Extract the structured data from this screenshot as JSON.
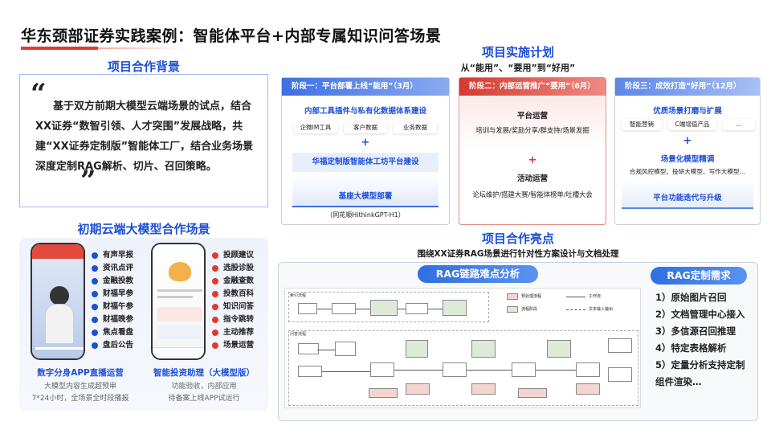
{
  "page": {
    "title": "华东颈部证券实践案例：智能体平台+内部专属知识问答场景"
  },
  "background": {
    "heading": "项目合作背景",
    "text": "基于双方前期大模型云端场景的试点，结合XX证券“数智引领、人才突围”发展战略，共建“XX证券定制版”智能体工厂，结合业务场景深度定制RAG解析、切片、召回策略。",
    "quote_open": "“",
    "quote_close": "”"
  },
  "cloud": {
    "heading": "初期云端大模型合作场景",
    "left_list": [
      "有声早报",
      "资讯点评",
      "金融投教",
      "财福早参",
      "财福午参",
      "财福晚参",
      "焦点看盘",
      "盘后公告"
    ],
    "right_list": [
      "投顾建议",
      "选股诊股",
      "金融查数",
      "投教百科",
      "知识问答",
      "指令跳转",
      "主动推荐",
      "场景运营"
    ],
    "left_caption": "数字分身APP直播运营",
    "left_sub1": "大模型内容生成超预审",
    "left_sub2": "7*24小时，全场景全时段播报",
    "right_caption": "智能投资助理（大模型版）",
    "right_sub1": "功能验收，内部应用",
    "right_sub2": "待备案上线APP试运行",
    "left_list_color": "#1d4fd6",
    "right_list_color": "#e03a2f"
  },
  "plan": {
    "heading": "项目实施计划",
    "subtitle": "从“能用”、“要用”到“好用”",
    "stage1": {
      "header": "阶段一：平台部署上线“能用”（3月）",
      "item1": "内部工具插件与私有化数据体系建设",
      "tags": [
        "企微IM工具",
        "客户数据",
        "业务数据"
      ],
      "plus": "+",
      "item2": "华福定制版智能体工坊平台建设",
      "item3": "基座大模型部署",
      "item4": "（同花顺HithinkGPT-H1）",
      "color": "#4a78e0"
    },
    "stage2": {
      "header": "阶段二：内部运营推广“要用”（6月）",
      "item1": "平台运营",
      "item2": "培训与发展/奖励分享/群支持/场景发掘",
      "plus": "+",
      "item3": "活动运营",
      "item4": "论坛维护/搭建大赛/智能体榜单/吐槽大会",
      "color": "#d8433a"
    },
    "stage3": {
      "header": "阶段三：成效打造“好用”（12月）",
      "item1": "优质场景打磨与扩展",
      "tags": [
        "智能营销",
        "C端增值产品",
        "..."
      ],
      "plus": "+",
      "item2": "场景化模型精调",
      "item3": "合规风控模型、投研大模型、写作大模型…",
      "item4": "平台功能迭代与升级",
      "color": "#6a8fe6"
    }
  },
  "highlights": {
    "heading": "项目合作亮点",
    "subtitle": "围绕XX证券RAG场景进行针对性方案设计与文档处理",
    "analysis_pill": "RAG链路难点分析",
    "req_pill": "RAG定制需求",
    "requirements": [
      "1）原始图片召回",
      "2）文档管理中心接入",
      "3）多信源召回推理",
      "4）特定表格解析",
      "5）定量分析支持定制",
      "组件渲染…"
    ],
    "flow_labels": {
      "index": "索引流程",
      "qa": "问答流程",
      "legend1": "预处理流程",
      "legend2": "流程阶段",
      "legend3": "工作流",
      "legend4": "文本输入输出"
    }
  }
}
